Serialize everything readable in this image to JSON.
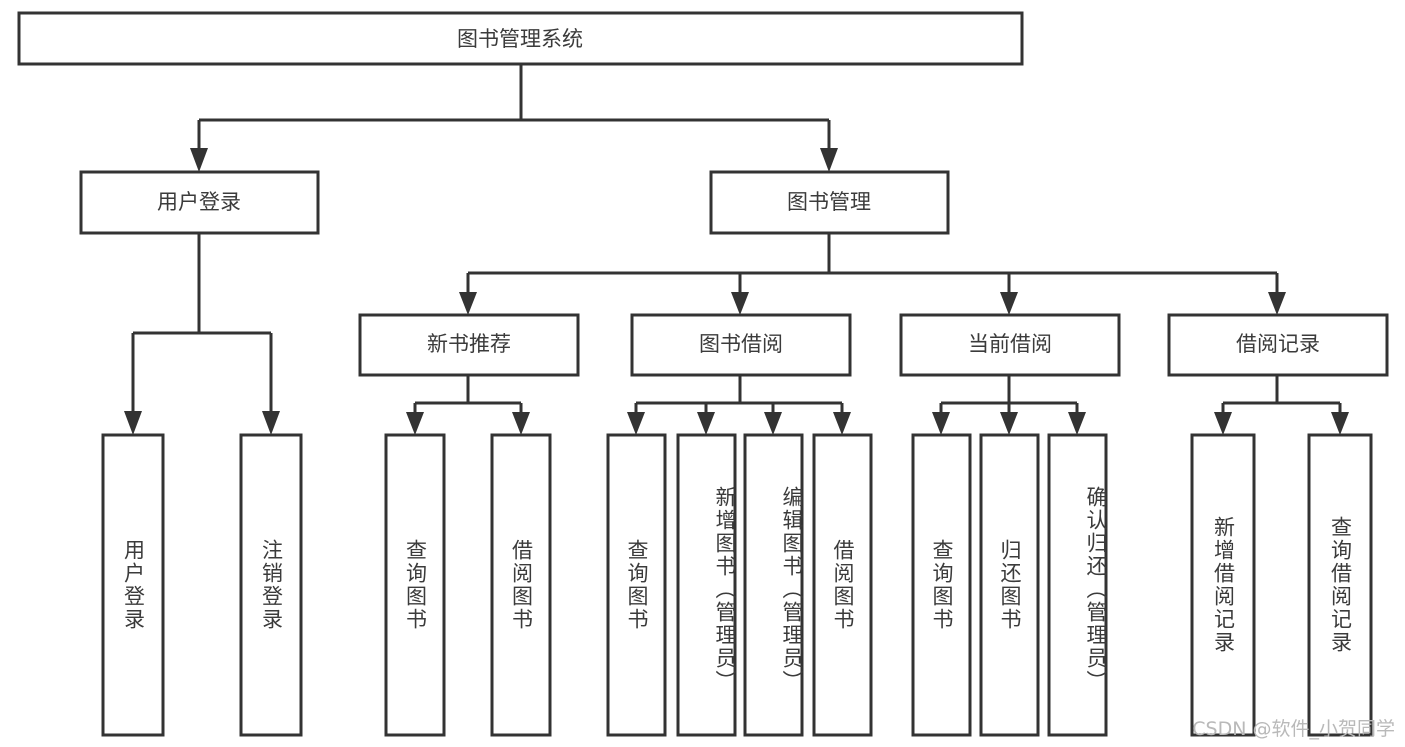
{
  "diagram": {
    "type": "tree",
    "title": "图书管理系统",
    "watermark": "CSDN @软件_小贺同学",
    "colors": {
      "stroke": "#333333",
      "box_fill": "#ffffff",
      "text": "#3b3b3b",
      "background": "#ffffff",
      "watermark": "#b9b9b9"
    },
    "root": {
      "label": "图书管理系统",
      "level": 0
    },
    "level1": [
      {
        "label": "用户登录"
      },
      {
        "label": "图书管理"
      }
    ],
    "level2": [
      {
        "label": "新书推荐",
        "parent": "图书管理"
      },
      {
        "label": "图书借阅",
        "parent": "图书管理"
      },
      {
        "label": "当前借阅",
        "parent": "图书管理"
      },
      {
        "label": "借阅记录",
        "parent": "图书管理"
      }
    ],
    "leaves": [
      {
        "label": "用户登录",
        "parent": "用户登录"
      },
      {
        "label": "注销登录",
        "parent": "用户登录"
      },
      {
        "label": "查询图书",
        "parent": "新书推荐"
      },
      {
        "label": "借阅图书",
        "parent": "新书推荐"
      },
      {
        "label": "查询图书",
        "parent": "图书借阅"
      },
      {
        "label": "新增图书（管理员）",
        "parent": "图书借阅"
      },
      {
        "label": "编辑图书（管理员）",
        "parent": "图书借阅"
      },
      {
        "label": "借阅图书",
        "parent": "图书借阅"
      },
      {
        "label": "查询图书",
        "parent": "当前借阅"
      },
      {
        "label": "归还图书",
        "parent": "当前借阅"
      },
      {
        "label": "确认归还（管理员）",
        "parent": "当前借阅"
      },
      {
        "label": "新增借阅记录",
        "parent": "借阅记录"
      },
      {
        "label": "查询借阅记录",
        "parent": "借阅记录"
      }
    ]
  }
}
